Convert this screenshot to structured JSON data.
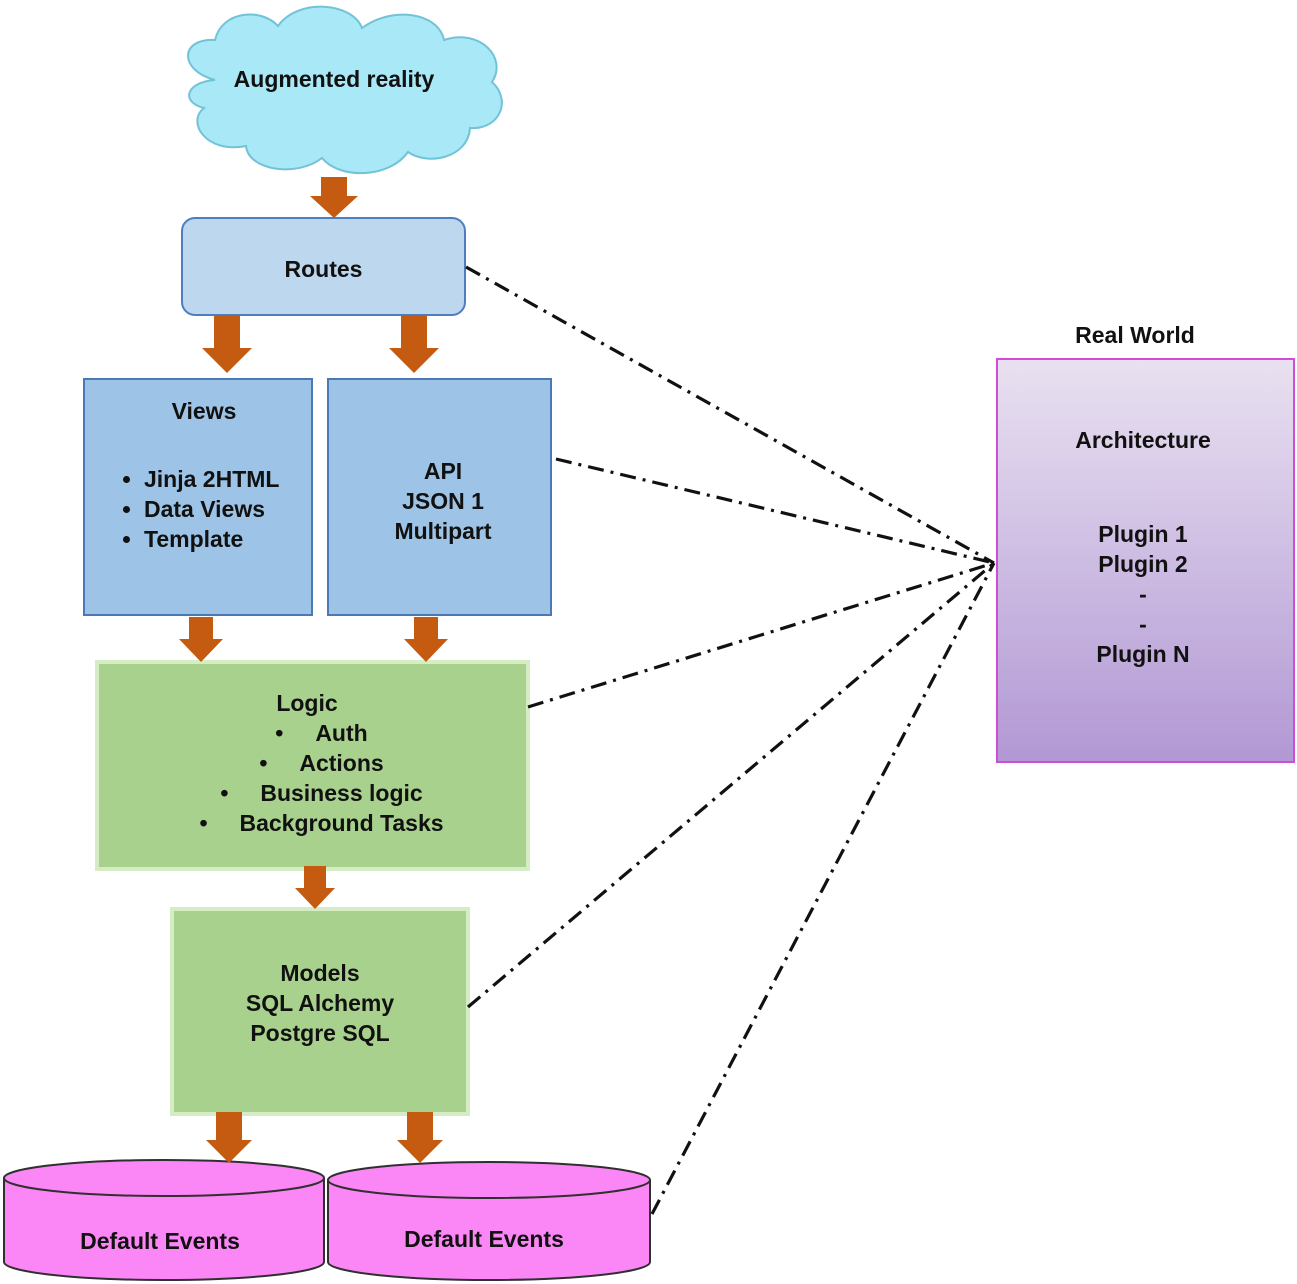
{
  "cloud": {
    "label": "Augmented reality"
  },
  "routes": {
    "label": "Routes"
  },
  "views": {
    "title": "Views",
    "items": [
      "Jinja 2HTML",
      "Data Views",
      "Template"
    ]
  },
  "api": {
    "lines": [
      "API",
      "JSON 1",
      "Multipart"
    ]
  },
  "logic": {
    "title": "Logic",
    "items": [
      "Auth",
      "Actions",
      "Business logic",
      "Background Tasks"
    ]
  },
  "models": {
    "lines": [
      "Models",
      "SQL Alchemy",
      "Postgre SQL"
    ]
  },
  "databases": [
    "Default Events",
    "Default Events"
  ],
  "real_world": {
    "caption": "Real World",
    "title": "Architecture",
    "plugins": [
      "Plugin 1",
      "Plugin 2",
      "-",
      "-",
      "Plugin N"
    ]
  },
  "colors": {
    "cloud": "#a9e8f7",
    "routes": "#bdd7ee",
    "views_api": "#9dc3e6",
    "logic_models": "#a9d18e",
    "database": "#fb86f5",
    "real_world_top": "#e9e1f1",
    "real_world_bottom": "#b298d4",
    "arrow": "#c55a11"
  }
}
